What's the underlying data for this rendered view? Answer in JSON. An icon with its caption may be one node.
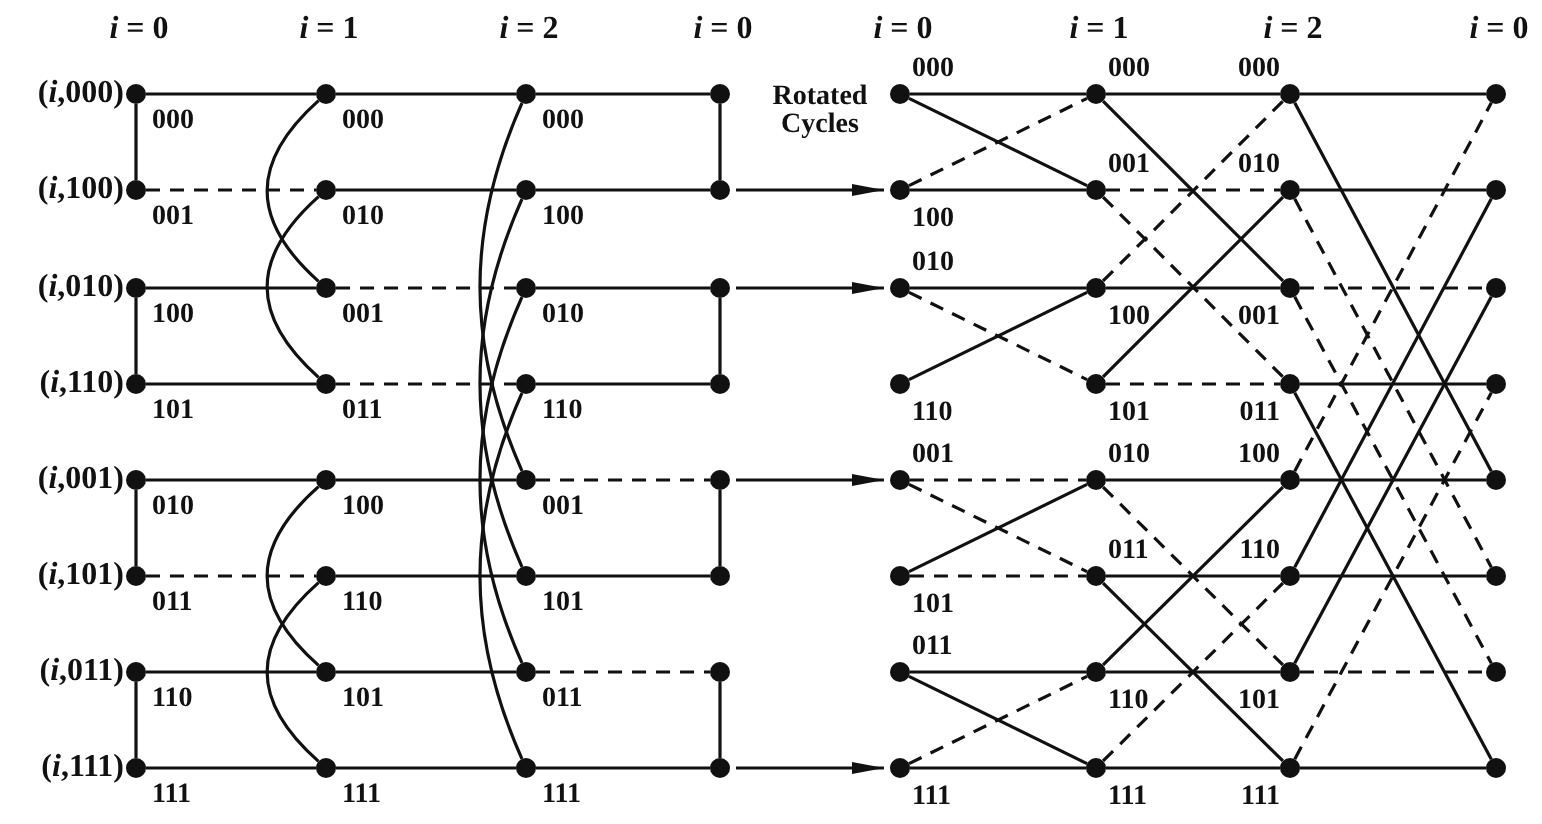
{
  "diagram": {
    "nodes": [
      {
        "text": [],
        "shape": "circle",
        "beside": [
          "(*i*,000)",
          "000"
        ]
      },
      {
        "text": [],
        "shape": "circle",
        "beside": [
          "000"
        ]
      },
      {
        "text": [],
        "shape": "circle",
        "beside": [
          "000"
        ]
      },
      {
        "text": [],
        "shape": "circle"
      },
      {
        "text": [],
        "shape": "circle",
        "beside": [
          "(*i*,100)",
          "001"
        ]
      },
      {
        "text": [],
        "shape": "circle",
        "beside": [
          "010"
        ]
      },
      {
        "text": [],
        "shape": "circle",
        "beside": [
          "100"
        ]
      },
      {
        "text": [],
        "shape": "circle"
      },
      {
        "text": [],
        "shape": "circle",
        "beside": [
          "(*i*,010)",
          "100"
        ]
      },
      {
        "text": [],
        "shape": "circle",
        "beside": [
          "001"
        ]
      },
      {
        "text": [],
        "shape": "circle",
        "beside": [
          "010"
        ]
      },
      {
        "text": [],
        "shape": "circle"
      },
      {
        "text": [],
        "shape": "circle",
        "beside": [
          "(*i*,110)",
          "101"
        ]
      },
      {
        "text": [],
        "shape": "circle",
        "beside": [
          "011"
        ]
      },
      {
        "text": [],
        "shape": "circle",
        "beside": [
          "110"
        ]
      },
      {
        "text": [],
        "shape": "circle"
      },
      {
        "text": [],
        "shape": "circle",
        "beside": [
          "(*i*,001)",
          "010"
        ]
      },
      {
        "text": [],
        "shape": "circle",
        "beside": [
          "100"
        ]
      },
      {
        "text": [],
        "shape": "circle",
        "beside": [
          "001"
        ]
      },
      {
        "text": [],
        "shape": "circle"
      },
      {
        "text": [],
        "shape": "circle",
        "beside": [
          "(*i*,101)",
          "011"
        ]
      },
      {
        "text": [],
        "shape": "circle",
        "beside": [
          "110"
        ]
      },
      {
        "text": [],
        "shape": "circle",
        "beside": [
          "101"
        ]
      },
      {
        "text": [],
        "shape": "circle"
      },
      {
        "text": [],
        "shape": "circle",
        "beside": [
          "(*i*,011)",
          "110"
        ]
      },
      {
        "text": [],
        "shape": "circle",
        "beside": [
          "101"
        ]
      },
      {
        "text": [],
        "shape": "circle",
        "beside": [
          "011"
        ]
      },
      {
        "text": [],
        "shape": "circle"
      },
      {
        "text": [],
        "shape": "circle",
        "beside": [
          "(*i*,111)",
          "111"
        ]
      },
      {
        "text": [],
        "shape": "circle",
        "beside": [
          "111"
        ]
      },
      {
        "text": [],
        "shape": "circle",
        "beside": [
          "111"
        ]
      },
      {
        "text": [],
        "shape": "circle"
      },
      {
        "text": [],
        "shape": "circle",
        "beside": [
          "000"
        ]
      },
      {
        "text": [],
        "shape": "circle",
        "beside": [
          "000"
        ]
      },
      {
        "text": [],
        "shape": "circle",
        "beside": [
          "000"
        ]
      },
      {
        "text": [],
        "shape": "circle"
      },
      {
        "text": [],
        "shape": "circle",
        "beside": [
          "100"
        ]
      },
      {
        "text": [],
        "shape": "circle",
        "beside": [
          "001"
        ]
      },
      {
        "text": [],
        "shape": "circle",
        "beside": [
          "010"
        ]
      },
      {
        "text": [],
        "shape": "circle"
      },
      {
        "text": [],
        "shape": "circle",
        "beside": [
          "010"
        ]
      },
      {
        "text": [],
        "shape": "circle",
        "beside": [
          "100"
        ]
      },
      {
        "text": [],
        "shape": "circle",
        "beside": [
          "001"
        ]
      },
      {
        "text": [],
        "shape": "circle"
      },
      {
        "text": [],
        "shape": "circle",
        "beside": [
          "110"
        ]
      },
      {
        "text": [],
        "shape": "circle",
        "beside": [
          "101"
        ]
      },
      {
        "text": [],
        "shape": "circle",
        "beside": [
          "011"
        ]
      },
      {
        "text": [],
        "shape": "circle"
      },
      {
        "text": [],
        "shape": "circle",
        "beside": [
          "001"
        ]
      },
      {
        "text": [],
        "shape": "circle",
        "beside": [
          "010"
        ]
      },
      {
        "text": [],
        "shape": "circle",
        "beside": [
          "100"
        ]
      },
      {
        "text": [],
        "shape": "circle"
      },
      {
        "text": [],
        "shape": "circle",
        "beside": [
          "101"
        ]
      },
      {
        "text": [],
        "shape": "circle",
        "beside": [
          "011"
        ]
      },
      {
        "text": [],
        "shape": "circle",
        "beside": [
          "110"
        ]
      },
      {
        "text": [],
        "shape": "circle"
      },
      {
        "text": [],
        "shape": "circle",
        "beside": [
          "011"
        ]
      },
      {
        "text": [],
        "shape": "circle",
        "beside": [
          "110"
        ]
      },
      {
        "text": [],
        "shape": "circle",
        "beside": [
          "101"
        ]
      },
      {
        "text": [],
        "shape": "circle"
      },
      {
        "text": [],
        "shape": "circle",
        "beside": [
          "111"
        ]
      },
      {
        "text": [],
        "shape": "circle",
        "beside": [
          "111"
        ]
      },
      {
        "text": [],
        "shape": "circle",
        "beside": [
          "111"
        ]
      },
      {
        "text": [],
        "shape": "circle"
      }
    ],
    "edges": [
      {
        "from": 0,
        "to": 1,
        "arrow": "none"
      },
      {
        "from": 1,
        "to": 2,
        "arrow": "none"
      },
      {
        "from": 2,
        "to": 3,
        "arrow": "none"
      },
      {
        "from": 4,
        "to": 5,
        "arrow": "none",
        "style": "dashed"
      },
      {
        "from": 5,
        "to": 6,
        "arrow": "none"
      },
      {
        "from": 6,
        "to": 7,
        "arrow": "none"
      },
      {
        "from": 8,
        "to": 9,
        "arrow": "none"
      },
      {
        "from": 9,
        "to": 10,
        "arrow": "none",
        "style": "dashed"
      },
      {
        "from": 10,
        "to": 11,
        "arrow": "none"
      },
      {
        "from": 12,
        "to": 13,
        "arrow": "none"
      },
      {
        "from": 13,
        "to": 14,
        "arrow": "none",
        "style": "dashed"
      },
      {
        "from": 14,
        "to": 15,
        "arrow": "none"
      },
      {
        "from": 16,
        "to": 17,
        "arrow": "none"
      },
      {
        "from": 17,
        "to": 18,
        "arrow": "none"
      },
      {
        "from": 18,
        "to": 19,
        "arrow": "none",
        "style": "dashed"
      },
      {
        "from": 20,
        "to": 21,
        "arrow": "none",
        "style": "dashed"
      },
      {
        "from": 21,
        "to": 22,
        "arrow": "none"
      },
      {
        "from": 22,
        "to": 23,
        "arrow": "none"
      },
      {
        "from": 24,
        "to": 25,
        "arrow": "none"
      },
      {
        "from": 25,
        "to": 26,
        "arrow": "none"
      },
      {
        "from": 26,
        "to": 27,
        "arrow": "none",
        "style": "dashed"
      },
      {
        "from": 28,
        "to": 29,
        "arrow": "none"
      },
      {
        "from": 29,
        "to": 30,
        "arrow": "none"
      },
      {
        "from": 30,
        "to": 31,
        "arrow": "none"
      },
      {
        "from": 0,
        "to": 4,
        "arrow": "none"
      },
      {
        "from": 8,
        "to": 12,
        "arrow": "none"
      },
      {
        "from": 16,
        "to": 20,
        "arrow": "none"
      },
      {
        "from": 24,
        "to": 28,
        "arrow": "none"
      },
      {
        "from": 3,
        "to": 7,
        "arrow": "none"
      },
      {
        "from": 11,
        "to": 15,
        "arrow": "none"
      },
      {
        "from": 19,
        "to": 23,
        "arrow": "none"
      },
      {
        "from": 27,
        "to": 31,
        "arrow": "none"
      },
      {
        "from": 1,
        "to": 9,
        "arrow": "none"
      },
      {
        "from": 5,
        "to": 13,
        "arrow": "none"
      },
      {
        "from": 17,
        "to": 25,
        "arrow": "none"
      },
      {
        "from": 21,
        "to": 29,
        "arrow": "none"
      },
      {
        "from": 2,
        "to": 18,
        "arrow": "none"
      },
      {
        "from": 6,
        "to": 22,
        "arrow": "none"
      },
      {
        "from": 10,
        "to": 26,
        "arrow": "none"
      },
      {
        "from": 14,
        "to": 30,
        "arrow": "none"
      },
      {
        "from": 7,
        "to": 36,
        "arrow": "to"
      },
      {
        "from": 11,
        "to": 40,
        "arrow": "to"
      },
      {
        "from": 19,
        "to": 48,
        "arrow": "to"
      },
      {
        "from": 31,
        "to": 60,
        "arrow": "to"
      },
      {
        "from": 32,
        "to": 33,
        "arrow": "none"
      },
      {
        "from": 32,
        "to": 37,
        "arrow": "none"
      },
      {
        "from": 36,
        "to": 33,
        "arrow": "none",
        "style": "dashed"
      },
      {
        "from": 36,
        "to": 37,
        "arrow": "none"
      },
      {
        "from": 40,
        "to": 41,
        "arrow": "none"
      },
      {
        "from": 40,
        "to": 45,
        "arrow": "none",
        "style": "dashed"
      },
      {
        "from": 44,
        "to": 41,
        "arrow": "none"
      },
      {
        "from": 48,
        "to": 49,
        "arrow": "none",
        "style": "dashed"
      },
      {
        "from": 48,
        "to": 53,
        "arrow": "none",
        "style": "dashed"
      },
      {
        "from": 52,
        "to": 49,
        "arrow": "none"
      },
      {
        "from": 52,
        "to": 53,
        "arrow": "none",
        "style": "dashed"
      },
      {
        "from": 56,
        "to": 57,
        "arrow": "none"
      },
      {
        "from": 56,
        "to": 61,
        "arrow": "none"
      },
      {
        "from": 60,
        "to": 57,
        "arrow": "none",
        "style": "dashed"
      },
      {
        "from": 60,
        "to": 61,
        "arrow": "none"
      },
      {
        "from": 33,
        "to": 34,
        "arrow": "none"
      },
      {
        "from": 33,
        "to": 42,
        "arrow": "none"
      },
      {
        "from": 37,
        "to": 38,
        "arrow": "none",
        "style": "dashed"
      },
      {
        "from": 37,
        "to": 46,
        "arrow": "none",
        "style": "dashed"
      },
      {
        "from": 41,
        "to": 42,
        "arrow": "none"
      },
      {
        "from": 41,
        "to": 34,
        "arrow": "none",
        "style": "dashed"
      },
      {
        "from": 45,
        "to": 38,
        "arrow": "none"
      },
      {
        "from": 45,
        "to": 46,
        "arrow": "none",
        "style": "dashed"
      },
      {
        "from": 49,
        "to": 50,
        "arrow": "none"
      },
      {
        "from": 49,
        "to": 58,
        "arrow": "none",
        "style": "dashed"
      },
      {
        "from": 53,
        "to": 54,
        "arrow": "none"
      },
      {
        "from": 53,
        "to": 62,
        "arrow": "none"
      },
      {
        "from": 57,
        "to": 50,
        "arrow": "none"
      },
      {
        "from": 57,
        "to": 58,
        "arrow": "none"
      },
      {
        "from": 61,
        "to": 54,
        "arrow": "none",
        "style": "dashed"
      },
      {
        "from": 61,
        "to": 62,
        "arrow": "none"
      },
      {
        "from": 34,
        "to": 35,
        "arrow": "none"
      },
      {
        "from": 34,
        "to": 51,
        "arrow": "none"
      },
      {
        "from": 38,
        "to": 39,
        "arrow": "none"
      },
      {
        "from": 38,
        "to": 55,
        "arrow": "none",
        "style": "dashed"
      },
      {
        "from": 42,
        "to": 43,
        "arrow": "none",
        "style": "dashed"
      },
      {
        "from": 42,
        "to": 59,
        "arrow": "none",
        "style": "dashed"
      },
      {
        "from": 46,
        "to": 47,
        "arrow": "none"
      },
      {
        "from": 46,
        "to": 63,
        "arrow": "none"
      },
      {
        "from": 50,
        "to": 35,
        "arrow": "none",
        "style": "dashed"
      },
      {
        "from": 50,
        "to": 51,
        "arrow": "none"
      },
      {
        "from": 54,
        "to": 39,
        "arrow": "none"
      },
      {
        "from": 54,
        "to": 55,
        "arrow": "none"
      },
      {
        "from": 58,
        "to": 43,
        "arrow": "none"
      },
      {
        "from": 58,
        "to": 59,
        "arrow": "none",
        "style": "dashed"
      },
      {
        "from": 62,
        "to": 47,
        "arrow": "none",
        "style": "dashed"
      },
      {
        "from": 62,
        "to": 63,
        "arrow": "none"
      }
    ],
    "labels": [
      "*i* = 0",
      "*i* = 1",
      "*i* = 2",
      "*i* = 0",
      "*i* = 0",
      "*i* = 1",
      "*i* = 2",
      "*i* = 0",
      "Rotated Cycles"
    ]
  }
}
